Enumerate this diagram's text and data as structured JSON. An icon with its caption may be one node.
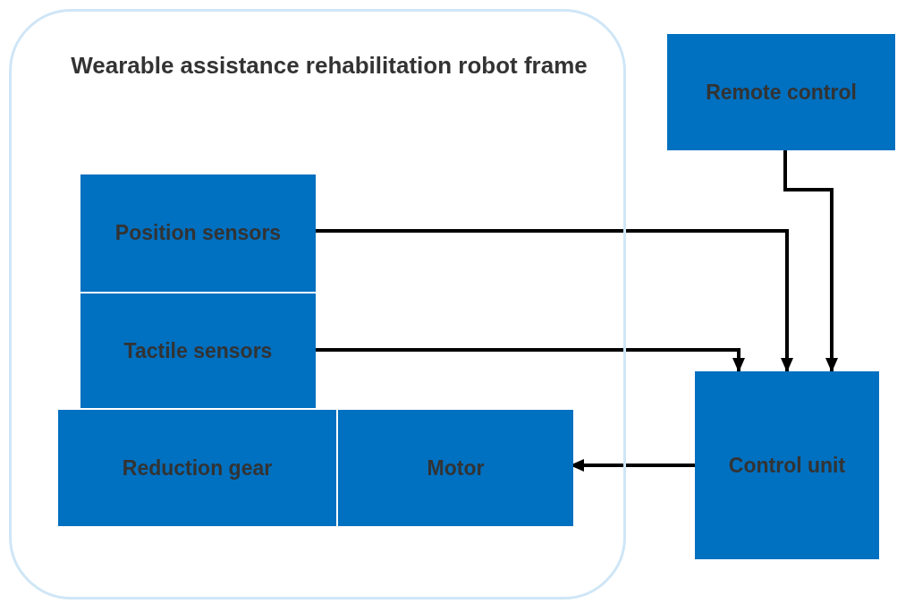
{
  "diagram": {
    "nodes": [
      {
        "text": [
          "Wearable assistance rehabilitation robot frame"
        ]
      },
      {
        "text": [
          "Position sensors"
        ],
        "in": 0
      },
      {
        "text": [
          "Tactile sensors"
        ],
        "in": 0
      },
      {
        "text": [
          "Reduction gear"
        ],
        "in": 0
      },
      {
        "text": [
          "Motor"
        ],
        "in": 0
      },
      {
        "text": [
          "Remote control"
        ]
      },
      {
        "text": [
          "Control unit"
        ]
      }
    ],
    "edges": [
      {
        "from": 1,
        "to": 6,
        "arrow": "to"
      },
      {
        "from": 2,
        "to": 6,
        "arrow": "to"
      },
      {
        "from": 5,
        "to": 6,
        "arrow": "to"
      },
      {
        "from": 6,
        "to": 4,
        "arrow": "to"
      }
    ]
  }
}
